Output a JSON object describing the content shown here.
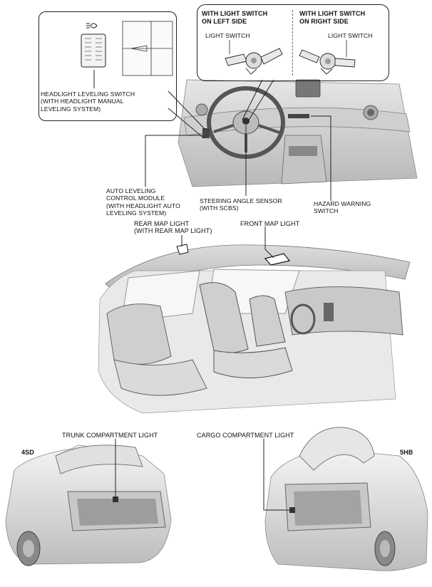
{
  "labels": {
    "leveling_icon": "Āƒ",
    "headlight_leveling_switch": "HEADLIGHT LEVELING SWITCH\n(WITH HEADLIGHT MANUAL\nLEVELING SYSTEM)",
    "with_light_switch_left": "WITH LIGHT SWITCH\nON LEFT SIDE",
    "with_light_switch_right": "WITH LIGHT SWITCH\nON RIGHT SIDE",
    "light_switch_left": "LIGHT SWITCH",
    "light_switch_right": "LIGHT SWITCH",
    "auto_leveling_module": "AUTO LEVELING\nCONTROL MODULE\n(WITH HEADLIGHT AUTO\nLEVELING SYSTEM)",
    "steering_angle_sensor": "STEERING ANGLE SENSOR\n(WITH SCBS)",
    "hazard_warning_switch": "HAZARD WARNING\nSWITCH",
    "rear_map_light": "REAR MAP LIGHT\n(WITH REAR MAP LIGHT)",
    "front_map_light": "FRONT MAP LIGHT",
    "trunk_compartment_light": "TRUNK COMPARTMENT LIGHT",
    "cargo_compartment_light": "CARGO COMPARTMENT LIGHT",
    "variant_4sd": "4SD",
    "variant_5hb": "5HB"
  },
  "colors": {
    "line": "#222222",
    "shade_light": "#eeeeee",
    "shade_mid": "#d4d4d4",
    "shade_dark": "#9a9a9a"
  }
}
